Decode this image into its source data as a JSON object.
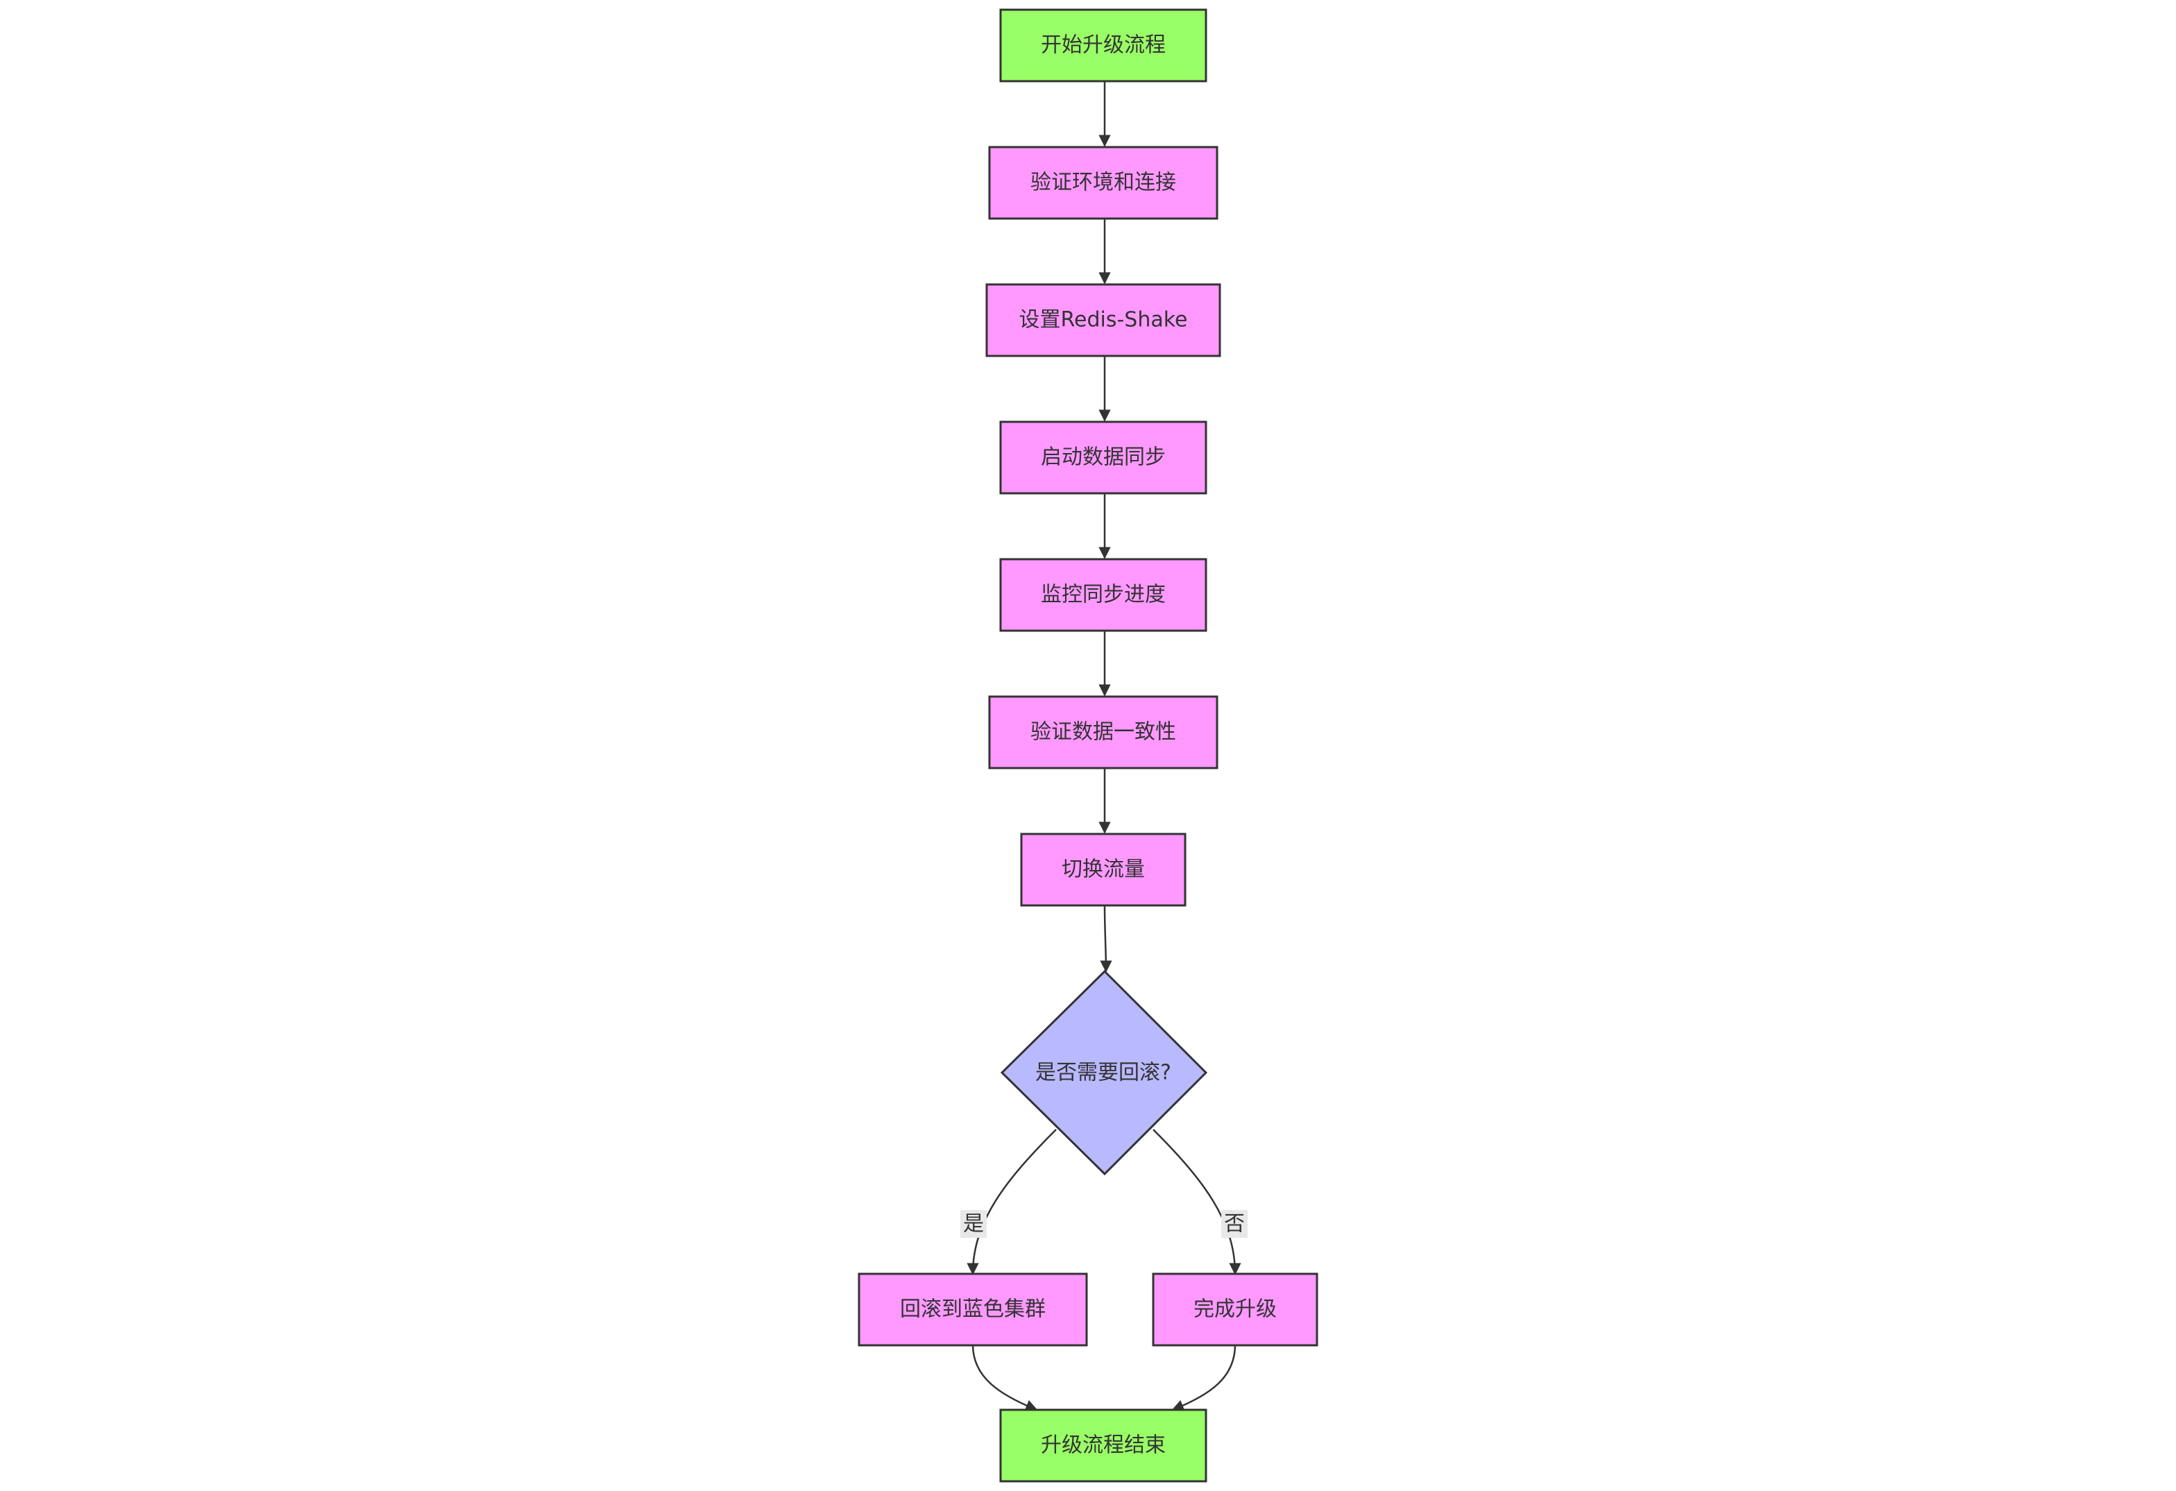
{
  "colors": {
    "terminal_fill": "#99ff66",
    "process_fill": "#ff99ff",
    "decision_fill": "#b9b9ff",
    "stroke": "#333333",
    "edge": "#333333",
    "label_bg": "#e8e8e8"
  },
  "nodes": {
    "start": "开始升级流程",
    "verify_env": "验证环境和连接",
    "setup_shake": "设置Redis-Shake",
    "start_sync": "启动数据同步",
    "monitor": "监控同步进度",
    "verify_data": "验证数据一致性",
    "switch": "切换流量",
    "decision": "是否需要回滚?",
    "rollback": "回滚到蓝色集群",
    "complete": "完成升级",
    "end": "升级流程结束"
  },
  "edge_labels": {
    "yes": "是",
    "no": "否"
  }
}
